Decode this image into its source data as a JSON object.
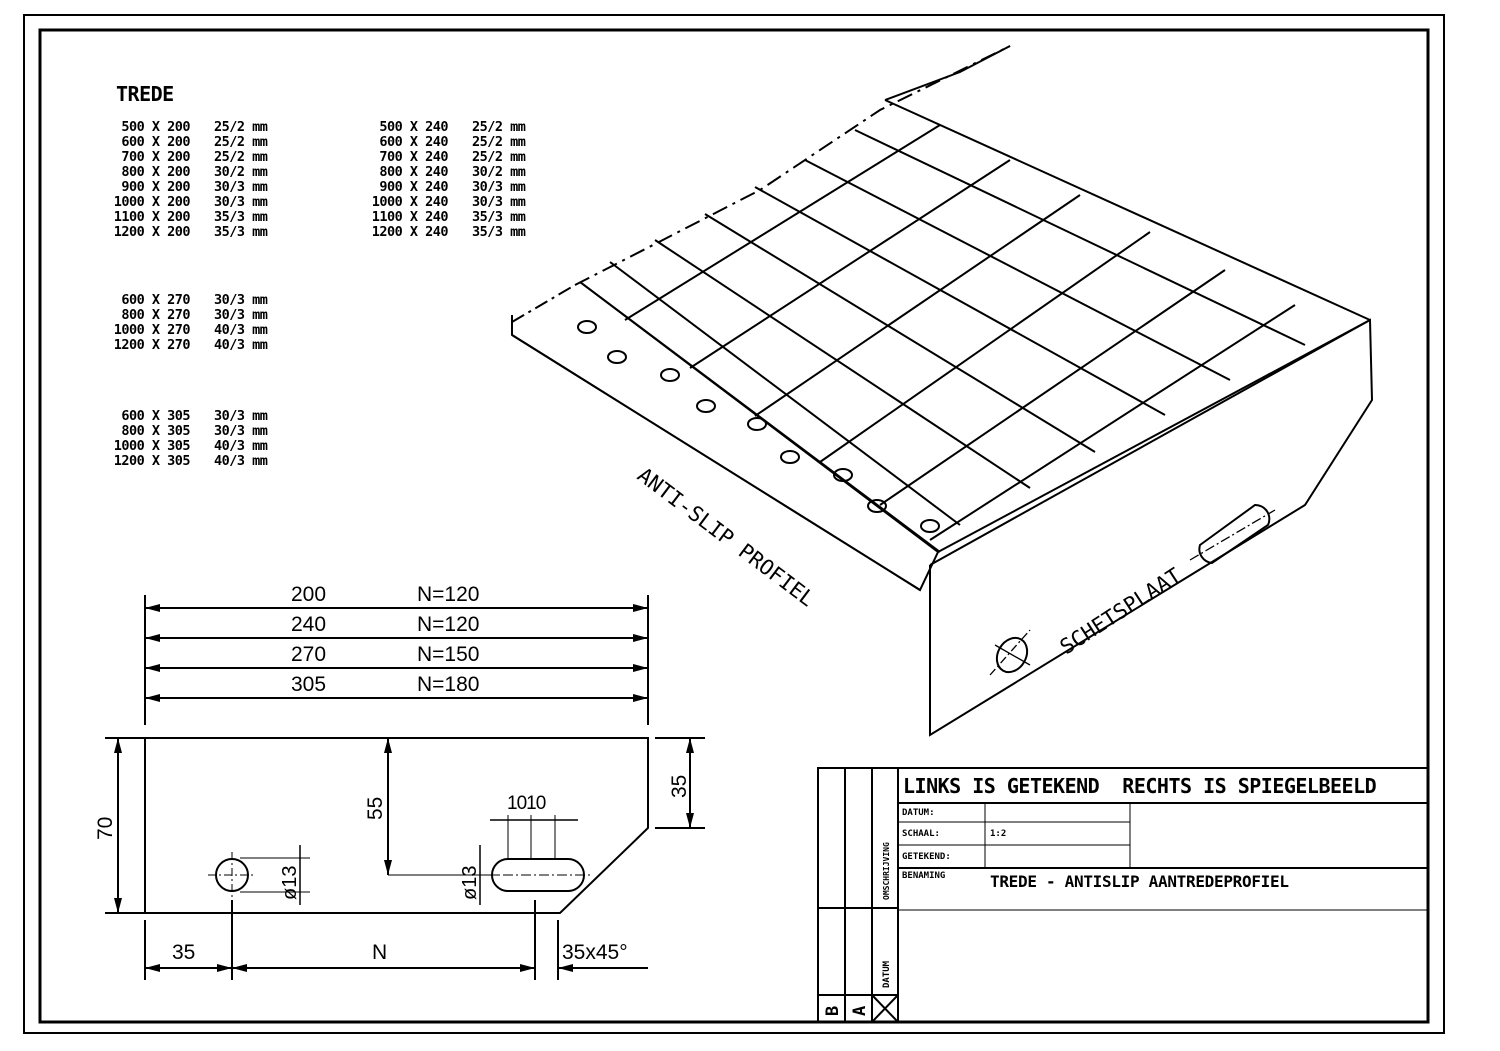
{
  "table": {
    "title": "TREDE",
    "group_200": [
      {
        "size": "500 X 200",
        "spec": "25/2 mm"
      },
      {
        "size": "600 X 200",
        "spec": "25/2 mm"
      },
      {
        "size": "700 X 200",
        "spec": "25/2 mm"
      },
      {
        "size": "800 X 200",
        "spec": "30/2 mm"
      },
      {
        "size": "900 X 200",
        "spec": "30/3 mm"
      },
      {
        "size": "1000 X 200",
        "spec": "30/3 mm"
      },
      {
        "size": "1100 X 200",
        "spec": "35/3 mm"
      },
      {
        "size": "1200 X 200",
        "spec": "35/3 mm"
      }
    ],
    "group_240": [
      {
        "size": "500 X 240",
        "spec": "25/2 mm"
      },
      {
        "size": "600 X 240",
        "spec": "25/2 mm"
      },
      {
        "size": "700 X 240",
        "spec": "25/2 mm"
      },
      {
        "size": "800 X 240",
        "spec": "30/2 mm"
      },
      {
        "size": "900 X 240",
        "spec": "30/3 mm"
      },
      {
        "size": "1000 X 240",
        "spec": "30/3 mm"
      },
      {
        "size": "1100 X 240",
        "spec": "35/3 mm"
      },
      {
        "size": "1200 X 240",
        "spec": "35/3 mm"
      }
    ],
    "group_270": [
      {
        "size": "600 X 270",
        "spec": "30/3 mm"
      },
      {
        "size": "800 X 270",
        "spec": "30/3 mm"
      },
      {
        "size": "1000 X 270",
        "spec": "40/3 mm"
      },
      {
        "size": "1200 X 270",
        "spec": "40/3 mm"
      }
    ],
    "group_305": [
      {
        "size": "600 X 305",
        "spec": "30/3 mm"
      },
      {
        "size": "800 X 305",
        "spec": "30/3 mm"
      },
      {
        "size": "1000 X 305",
        "spec": "40/3 mm"
      },
      {
        "size": "1200 X 305",
        "spec": "40/3 mm"
      }
    ]
  },
  "dimensions": {
    "lengths": [
      {
        "width": "200",
        "n": "N=120"
      },
      {
        "width": "240",
        "n": "N=120"
      },
      {
        "width": "270",
        "n": "N=150"
      },
      {
        "width": "305",
        "n": "N=180"
      }
    ],
    "height_total": "70",
    "height_slot": "55",
    "height_right": "35",
    "slot_spacing": "1010",
    "hole_dia_1": "ø13",
    "hole_dia_2": "ø13",
    "bottom_left": "35",
    "bottom_mid": "N",
    "chamfer": "35x45°"
  },
  "labels": {
    "anti_slip": "ANTI-SLIP PROFIEL",
    "schetsplaat": "SCHETSPLAAT"
  },
  "title_block": {
    "header": "LINKS IS GETEKEND  RECHTS IS SPIEGELBEELD",
    "datum_label": "DATUM:",
    "schaal_label": "SCHAAL:",
    "schaal_value": "1:2",
    "getekend_label": "GETEKEND:",
    "benaming_label": "BENAMING",
    "benaming_value": "TREDE - ANTISLIP AANTREDEPROFIEL",
    "omschrijving": "OMSCHRIJVING",
    "datum_vertical": "DATUM",
    "rev_a": "A",
    "rev_b": "B"
  }
}
